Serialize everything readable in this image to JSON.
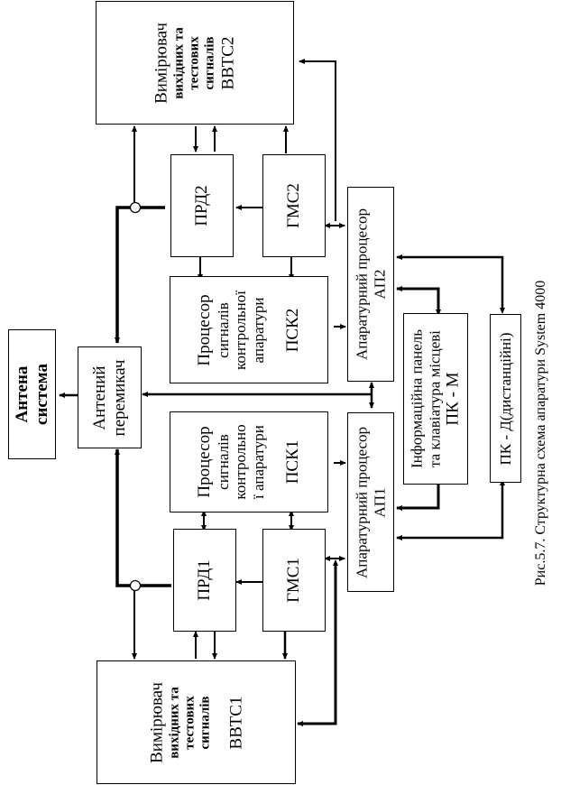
{
  "blocks": {
    "antenna_system": {
      "lines": [
        "Антена",
        "система"
      ]
    },
    "antenna_switch": {
      "lines": [
        "Антений",
        "перемикач"
      ]
    },
    "vvts2": {
      "lines": [
        "Вимірювач",
        "вихідних та",
        "тестових",
        "сигналів"
      ],
      "label": "ВВТС2"
    },
    "vvts1": {
      "lines": [
        "Вимірювач",
        "вихідних та",
        "тестових",
        "сигналів"
      ],
      "label": "ВВТС1"
    },
    "prd2": {
      "label": "ПРД2"
    },
    "gms2": {
      "label": "ГМС2"
    },
    "prd1": {
      "label": "ПРД1"
    },
    "gms1": {
      "label": "ГМС1"
    },
    "psk2": {
      "lines": [
        "Процесор",
        "сигналів",
        "контрольної",
        "апаратури"
      ],
      "label": "ПСК2"
    },
    "psk1": {
      "lines": [
        "Процесор",
        "сигналів",
        "контрольно",
        "ї апаратури"
      ],
      "label": "ПСК1"
    },
    "ap2": {
      "lines": [
        "Апаратурний процесор"
      ],
      "label": "АП2"
    },
    "ap1": {
      "lines": [
        "Апаратурний процесор"
      ],
      "label": "АП1"
    },
    "pk_m": {
      "lines": [
        "Інформаційна панель",
        "та клавіатура місцеві"
      ],
      "label": "ПК - М"
    },
    "pk_d": {
      "label": "ПК - Д(дистанційні)"
    }
  },
  "caption": "Рис.5.7. Структурна схема апаратури System 4000"
}
